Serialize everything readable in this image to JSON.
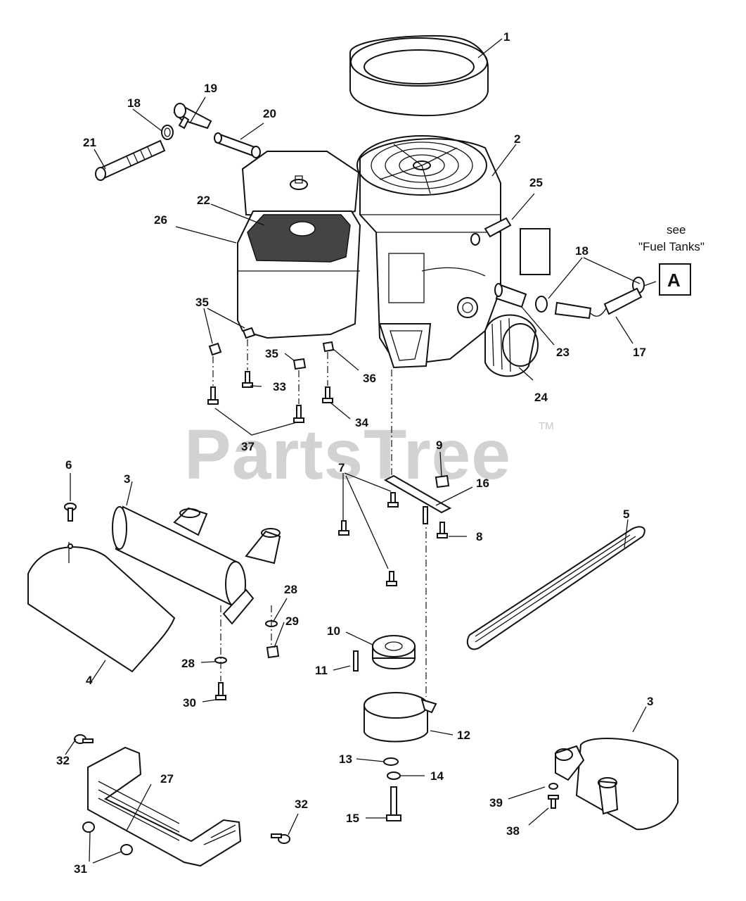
{
  "watermark": {
    "text": "PartsTree",
    "trademark": "TM",
    "color": "#d2d2d2"
  },
  "note": {
    "line1": "see",
    "line2": "\"Fuel Tanks\"",
    "box_letter": "A"
  },
  "callouts": [
    {
      "id": "1",
      "label": "1"
    },
    {
      "id": "2",
      "label": "2"
    },
    {
      "id": "3a",
      "label": "3"
    },
    {
      "id": "3b",
      "label": "3"
    },
    {
      "id": "4",
      "label": "4"
    },
    {
      "id": "5",
      "label": "5"
    },
    {
      "id": "6",
      "label": "6"
    },
    {
      "id": "7",
      "label": "7"
    },
    {
      "id": "8",
      "label": "8"
    },
    {
      "id": "9",
      "label": "9"
    },
    {
      "id": "10",
      "label": "10"
    },
    {
      "id": "11",
      "label": "11"
    },
    {
      "id": "12",
      "label": "12"
    },
    {
      "id": "13",
      "label": "13"
    },
    {
      "id": "14",
      "label": "14"
    },
    {
      "id": "15",
      "label": "15"
    },
    {
      "id": "16",
      "label": "16"
    },
    {
      "id": "17",
      "label": "17"
    },
    {
      "id": "18a",
      "label": "18"
    },
    {
      "id": "18b",
      "label": "18"
    },
    {
      "id": "19",
      "label": "19"
    },
    {
      "id": "20",
      "label": "20"
    },
    {
      "id": "21",
      "label": "21"
    },
    {
      "id": "22",
      "label": "22"
    },
    {
      "id": "23",
      "label": "23"
    },
    {
      "id": "24",
      "label": "24"
    },
    {
      "id": "25",
      "label": "25"
    },
    {
      "id": "26",
      "label": "26"
    },
    {
      "id": "27",
      "label": "27"
    },
    {
      "id": "28a",
      "label": "28"
    },
    {
      "id": "28b",
      "label": "28"
    },
    {
      "id": "29",
      "label": "29"
    },
    {
      "id": "30",
      "label": "30"
    },
    {
      "id": "31",
      "label": "31"
    },
    {
      "id": "32a",
      "label": "32"
    },
    {
      "id": "32b",
      "label": "32"
    },
    {
      "id": "33",
      "label": "33"
    },
    {
      "id": "34",
      "label": "34"
    },
    {
      "id": "35a",
      "label": "35"
    },
    {
      "id": "35b",
      "label": "35"
    },
    {
      "id": "36",
      "label": "36"
    },
    {
      "id": "37",
      "label": "37"
    },
    {
      "id": "38",
      "label": "38"
    },
    {
      "id": "39",
      "label": "39"
    }
  ]
}
